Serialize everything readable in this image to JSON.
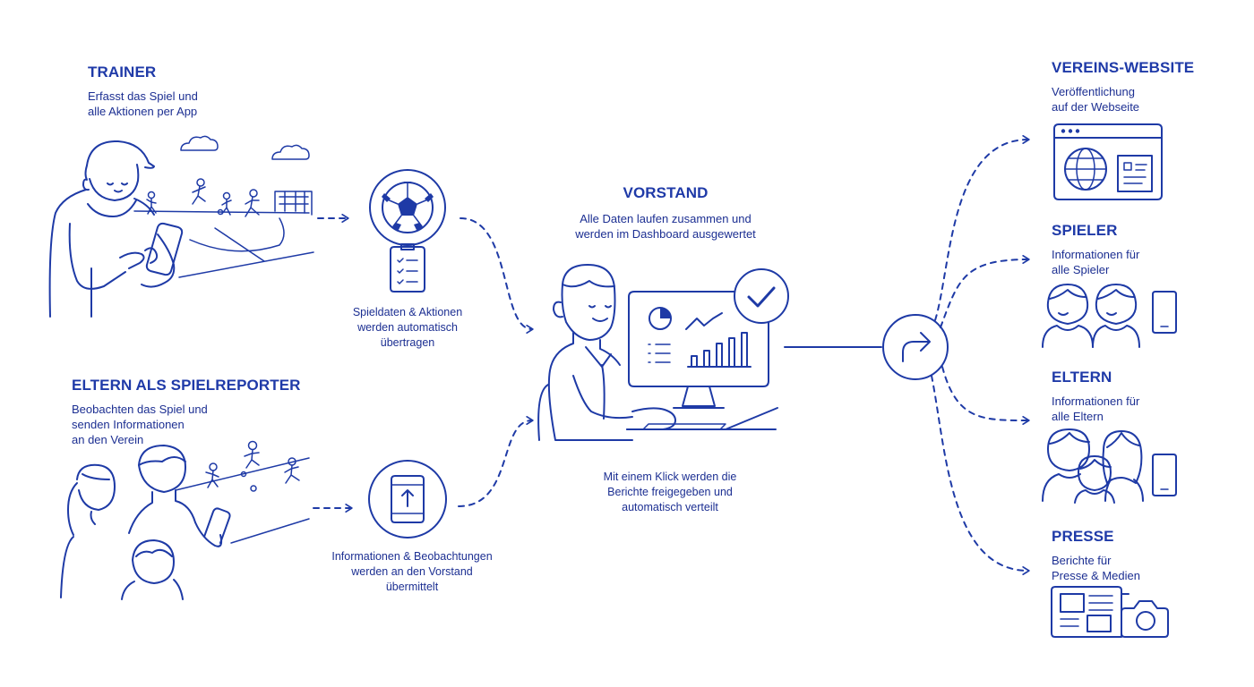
{
  "trainer": {
    "title": "TRAINER",
    "text": "Erfasst das Spiel und\nalle Aktionen per App"
  },
  "eltern_reporter": {
    "title": "ELTERN ALS SPIELREPORTER",
    "text": "Beobachten das Spiel und\nsenden Informationen\nan den Verein"
  },
  "transfer_top": {
    "caption": "Spieldaten & Aktionen\nwerden automatisch\nübertragen",
    "icon": "soccer-ball-icon"
  },
  "transfer_bottom": {
    "caption": "Informationen & Beobachtungen\nwerden an den Vorstand\nübermittelt",
    "icon": "smartphone-upload-icon"
  },
  "vorstand": {
    "title": "VORSTAND",
    "text": "Alle Daten laufen zusammen und\nwerden im Dashboard ausgewertet",
    "bottom_text": "Mit einem Klick werden die\nBerichte freigegeben und\nautomatisch verteilt"
  },
  "distribution_icon": "share-arrow-icon",
  "targets": [
    {
      "title": "VEREINS-WEBSITE",
      "text": "Veröffentlichung\nauf der Webseite",
      "icon": "website-globe-icon"
    },
    {
      "title": "SPIELER",
      "text": "Informationen für\nalle Spieler",
      "icon": "players-icon"
    },
    {
      "title": "ELTERN",
      "text": "Informationen für\nalle Eltern",
      "icon": "family-icon"
    },
    {
      "title": "PRESSE",
      "text": "Berichte für\nPresse & Medien",
      "icon": "newspaper-camera-icon"
    }
  ],
  "colors": {
    "primary": "#1e3aa6",
    "background": "#ffffff"
  }
}
